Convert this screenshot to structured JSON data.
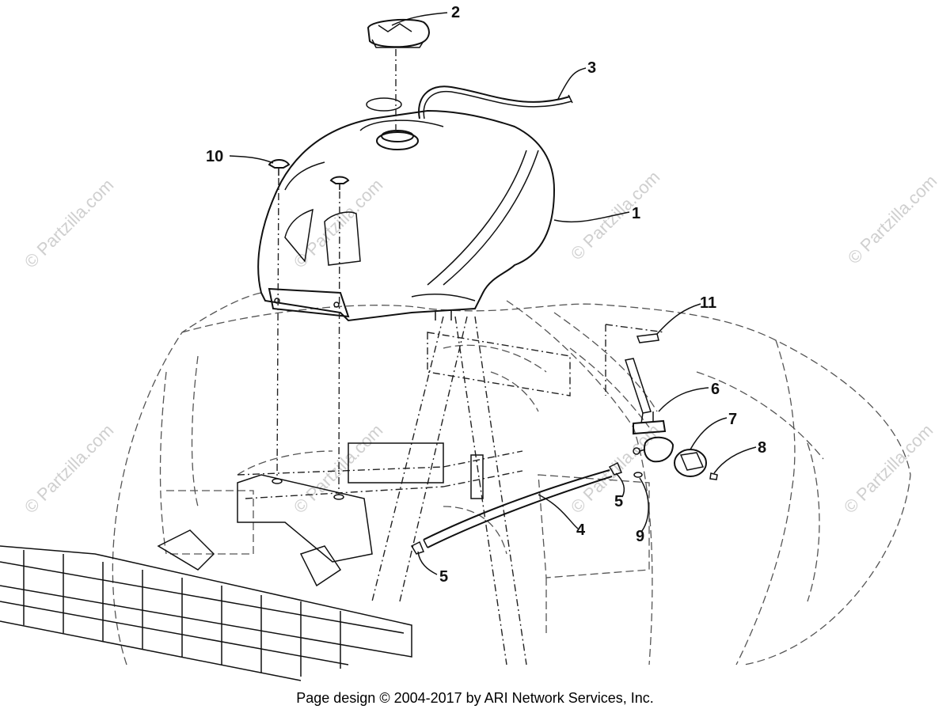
{
  "diagram": {
    "callouts": [
      "1",
      "2",
      "3",
      "4",
      "5",
      "5",
      "6",
      "7",
      "8",
      "9",
      "10",
      "11"
    ],
    "watermark": "© Partzilla.com"
  },
  "footer": {
    "text": "Page design © 2004-2017 by ARI Network Services, Inc."
  }
}
